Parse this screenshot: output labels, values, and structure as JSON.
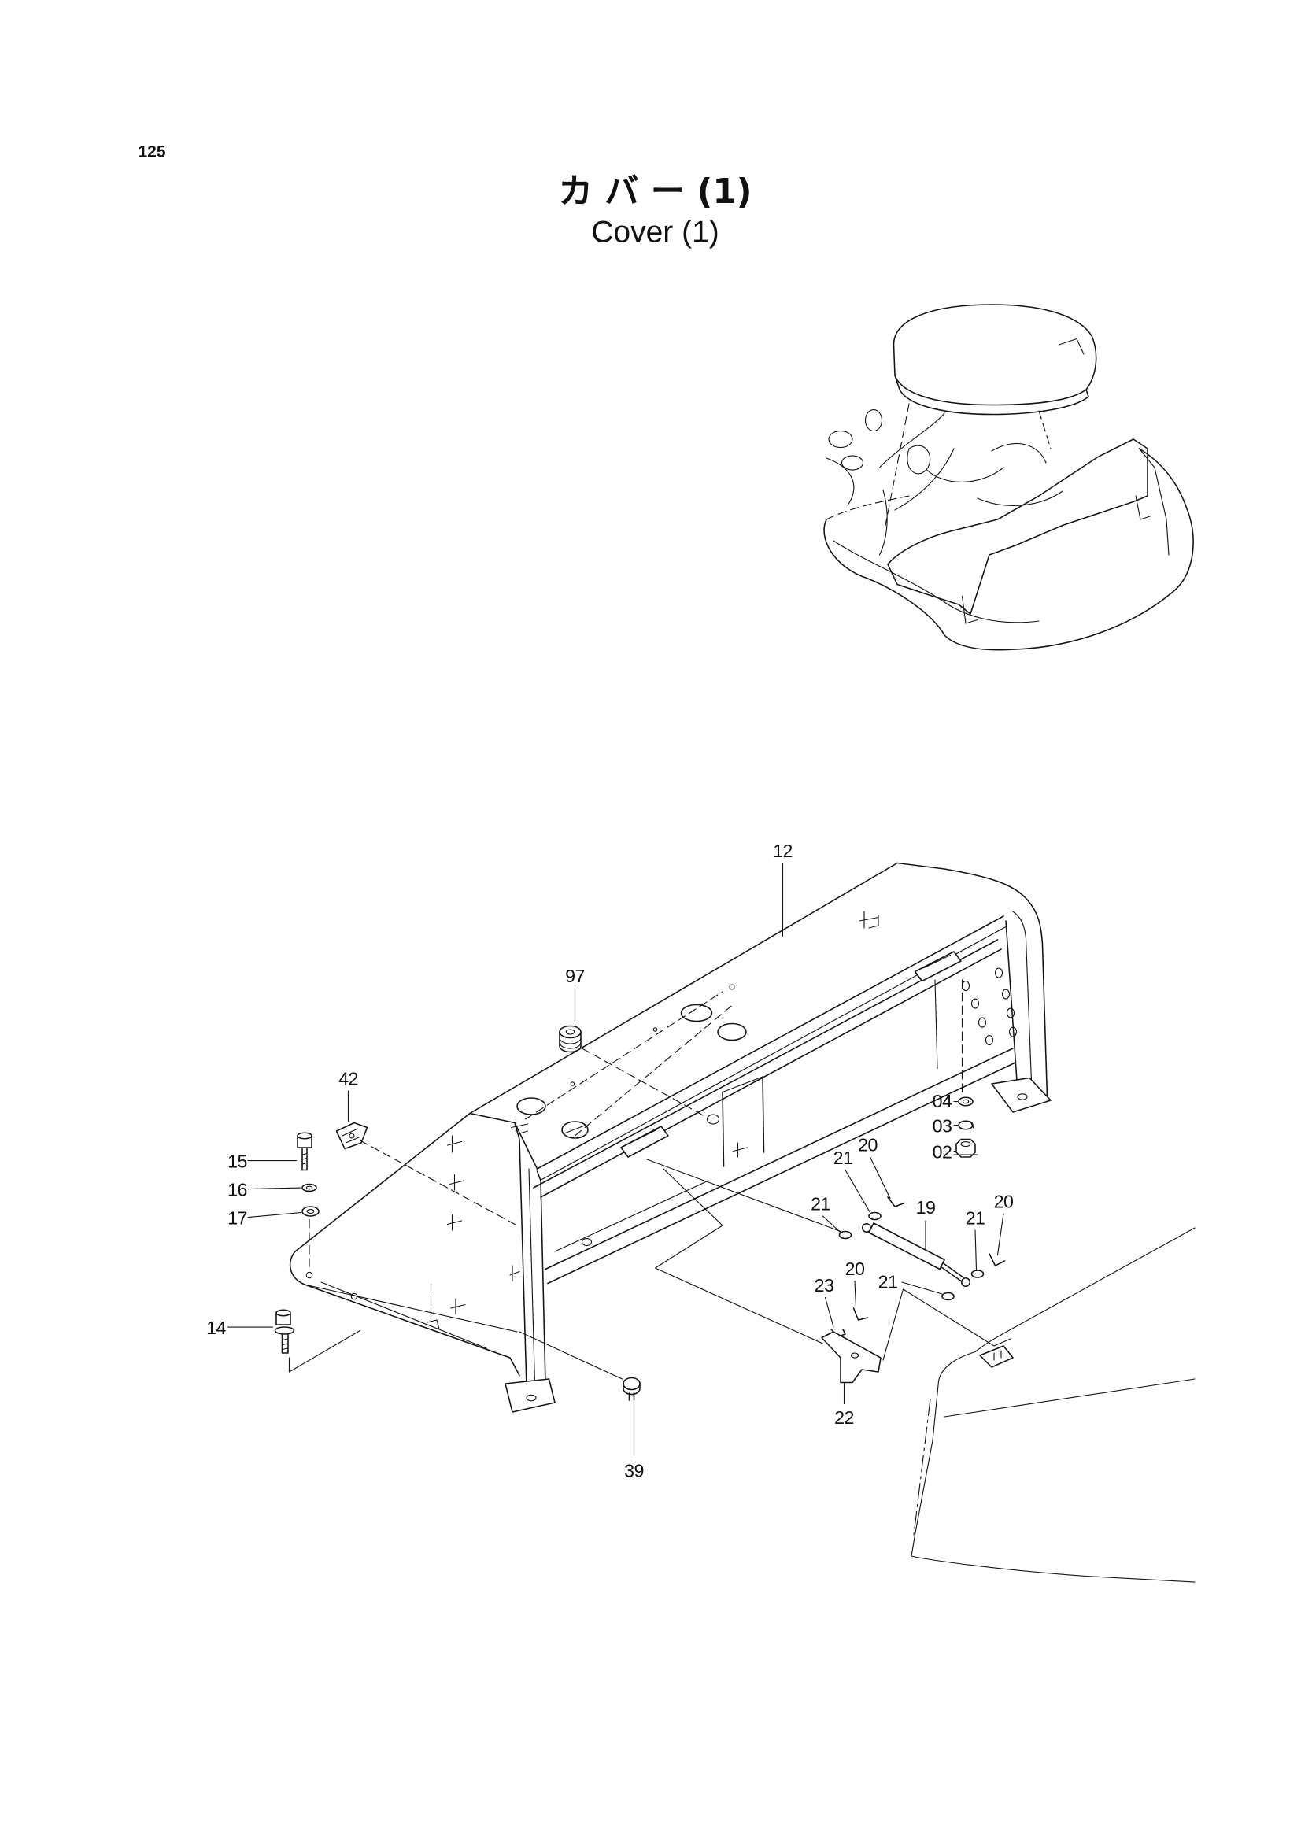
{
  "page": {
    "number": "125"
  },
  "title": {
    "japanese": "カ バ ー (1)",
    "english": "Cover (1)"
  },
  "callouts": [
    {
      "part": "12"
    },
    {
      "part": "97"
    },
    {
      "part": "42"
    },
    {
      "part": "15"
    },
    {
      "part": "16"
    },
    {
      "part": "17"
    },
    {
      "part": "14"
    },
    {
      "part": "39"
    },
    {
      "part": "04"
    },
    {
      "part": "03"
    },
    {
      "part": "02"
    },
    {
      "part": "21"
    },
    {
      "part": "21"
    },
    {
      "part": "20"
    },
    {
      "part": "19"
    },
    {
      "part": "21"
    },
    {
      "part": "20"
    },
    {
      "part": "20"
    },
    {
      "part": "23"
    },
    {
      "part": "21"
    },
    {
      "part": "22"
    }
  ]
}
